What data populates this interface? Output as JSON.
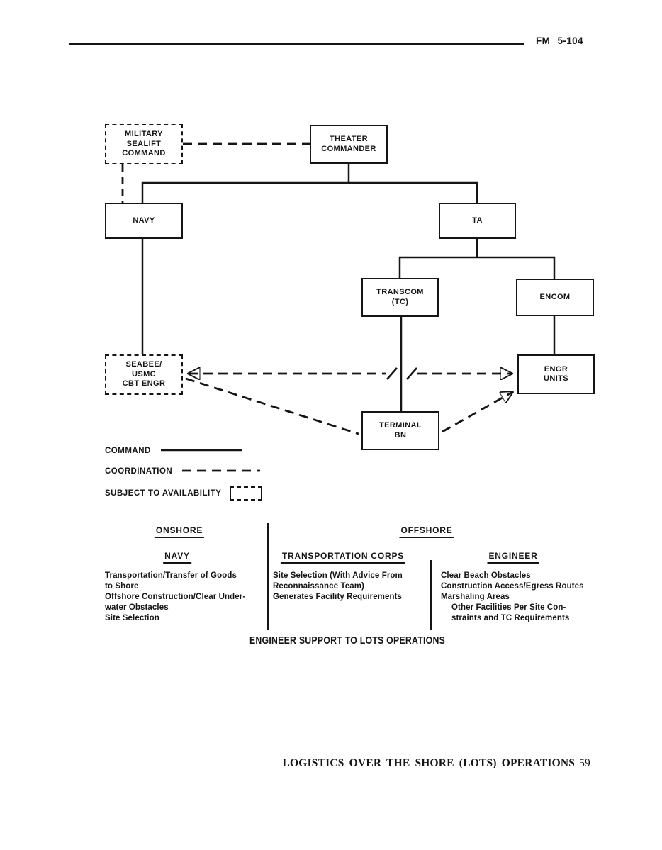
{
  "page": {
    "header_ref": "FM 5-104",
    "caption": "ENGINEER SUPPORT TO LOTS OPERATIONS",
    "footer": {
      "title": "LOGISTICS OVER THE SHORE (LOTS) OPERATIONS",
      "page_number": "59"
    }
  },
  "chart": {
    "type": "organizational-diagram",
    "nodes": {
      "msc": {
        "lines": [
          "MILITARY",
          "SEALIFT",
          "COMMAND"
        ],
        "border": "dashed"
      },
      "theater": {
        "lines": [
          "THEATER",
          "COMMANDER"
        ],
        "border": "solid"
      },
      "navy": {
        "lines": [
          "NAVY"
        ],
        "border": "solid"
      },
      "ta": {
        "lines": [
          "TA"
        ],
        "border": "solid"
      },
      "transcom": {
        "lines": [
          "TRANSCOM",
          "(TC)"
        ],
        "border": "solid"
      },
      "encom": {
        "lines": [
          "ENCOM"
        ],
        "border": "solid"
      },
      "seabee": {
        "lines": [
          "SEABEE/",
          "USMC",
          "CBT ENGR"
        ],
        "border": "dashed"
      },
      "engr_units": {
        "lines": [
          "ENGR",
          "UNITS"
        ],
        "border": "solid"
      },
      "terminal_bn": {
        "lines": [
          "TERMINAL",
          "BN"
        ],
        "border": "solid"
      }
    },
    "legend": [
      {
        "label": "COMMAND",
        "symbol": "solid-line"
      },
      {
        "label": "COORDINATION",
        "symbol": "dashed-line"
      },
      {
        "label": "SUBJECT TO AVAILABILITY",
        "symbol": "dashed-box"
      }
    ]
  },
  "responsibilities": {
    "onshore_header": "ONSHORE",
    "offshore_header": "OFFSHORE",
    "columns": [
      {
        "header": "NAVY",
        "lines": [
          "Transportation/Transfer of Goods",
          "to Shore",
          "Offshore Construction/Clear Under-",
          "water Obstacles",
          "Site Selection"
        ]
      },
      {
        "header": "TRANSPORTATION CORPS",
        "lines": [
          "Site Selection (With Advice From",
          "Reconnaissance Team)",
          "Generates Facility Requirements"
        ]
      },
      {
        "header": "ENGINEER",
        "lines": [
          "Clear Beach Obstacles",
          "Construction Access/Egress Routes",
          "Marshaling Areas",
          "Other Facilities Per Site Con-",
          "straints and TC Requirements"
        ]
      }
    ]
  },
  "colors": {
    "ink": "#151515",
    "paper": "#ffffff"
  }
}
